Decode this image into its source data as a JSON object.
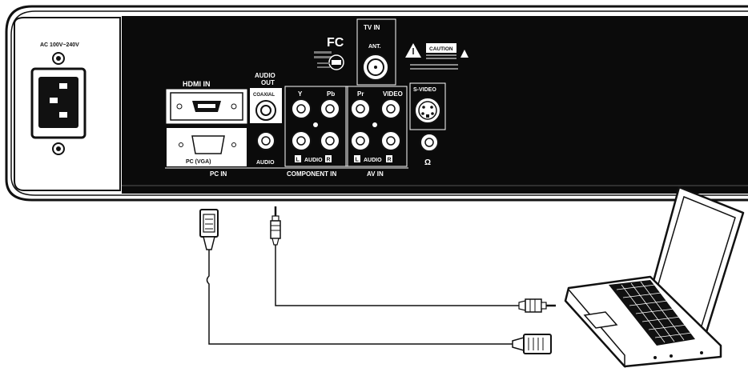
{
  "panel": {
    "power_label": "AC 100V~240V",
    "hdmi_label": "HDMI IN",
    "audio_out_label_1": "AUDIO",
    "audio_out_label_2": "OUT",
    "coaxial_label": "COAXIAL",
    "pc_vga_label": "PC (VGA)",
    "pc_audio_label": "AUDIO",
    "pc_in_label": "PC IN",
    "y_label": "Y",
    "pb_label": "Pb",
    "pr_label": "Pr",
    "video_label": "VIDEO",
    "svideo_label": "S-VIDEO",
    "component_l": "L",
    "component_audio": "AUDIO",
    "component_r": "R",
    "component_in_label": "COMPONENT IN",
    "av_l": "L",
    "av_audio": "AUDIO",
    "av_r": "R",
    "av_in_label": "AV IN",
    "tv_in_label": "TV IN",
    "ant_label": "ANT.",
    "fc_label": "FC",
    "caution_label": "CAUTION",
    "headphone_symbol": "Ω"
  },
  "colors": {
    "panel": "#0b0b0b",
    "line": "#111111",
    "background": "#ffffff"
  }
}
